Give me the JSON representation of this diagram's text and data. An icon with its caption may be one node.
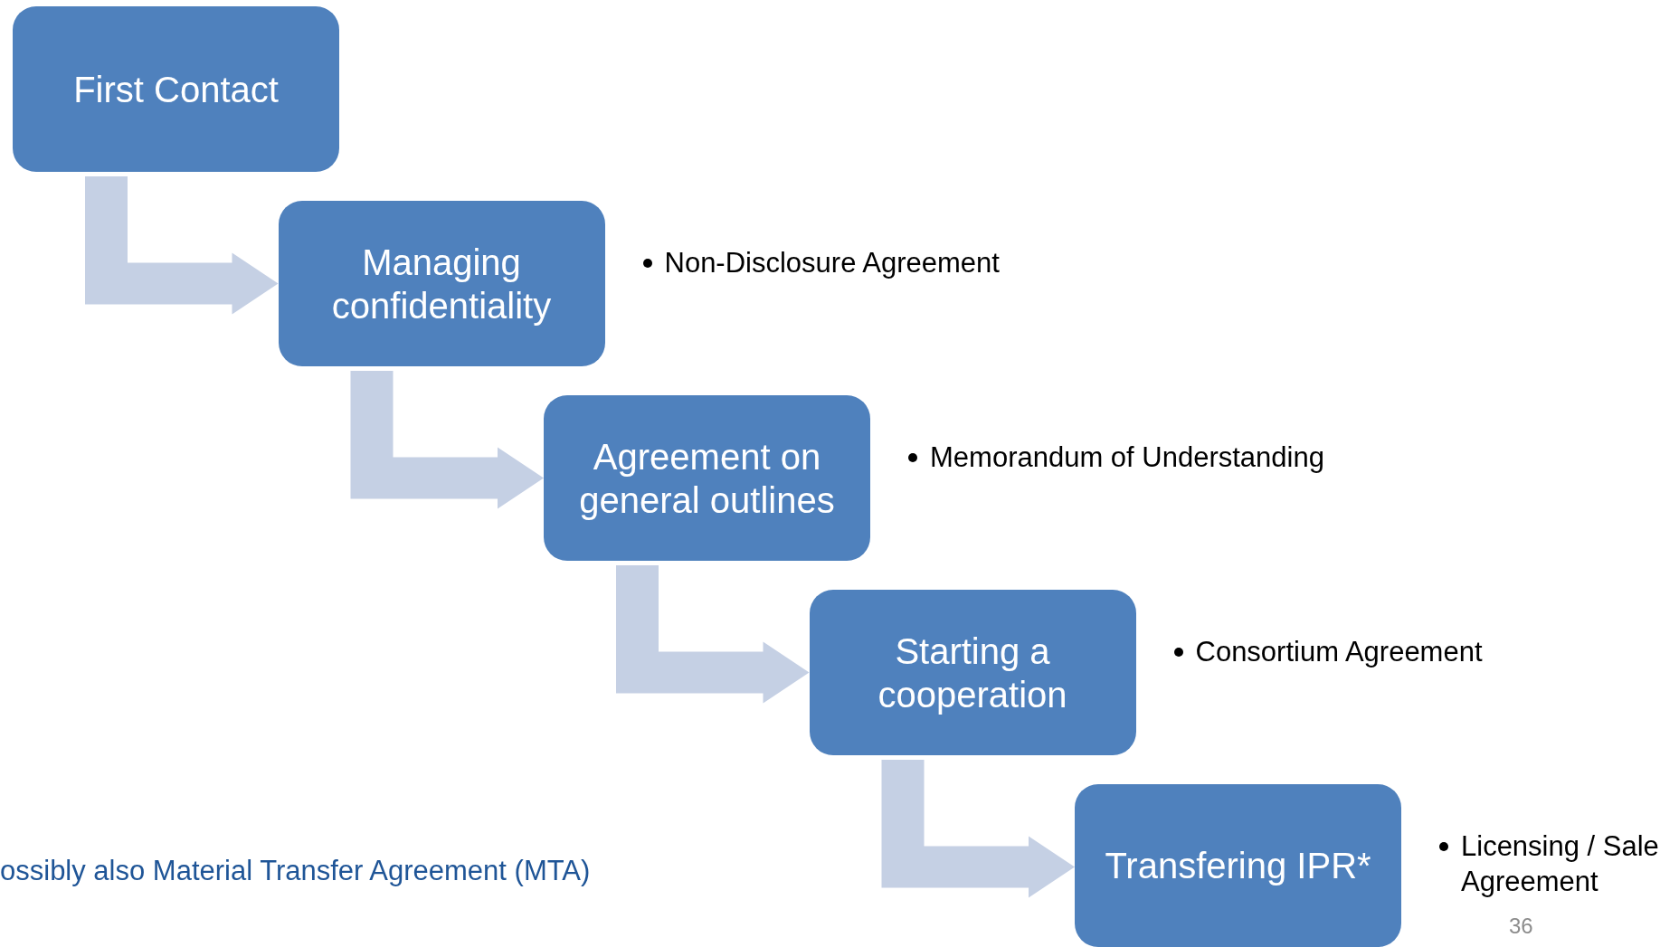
{
  "diagram": {
    "nodes": [
      {
        "text": [
          "First Contact"
        ]
      },
      {
        "text": [
          "Managing confidentiality"
        ],
        "beside": [
          "Non-Disclosure Agreement"
        ]
      },
      {
        "text": [
          "Agreement on general outlines"
        ],
        "beside": [
          "Memorandum of Understanding"
        ]
      },
      {
        "text": [
          "Starting a cooperation"
        ],
        "beside": [
          "Consortium Agreement"
        ]
      },
      {
        "text": [
          "Transfering IPR*"
        ],
        "beside": [
          "Licensing / Sale Agreement"
        ]
      }
    ],
    "edges": [
      {
        "from": 0,
        "to": 1,
        "arrow": "to"
      },
      {
        "from": 1,
        "to": 2,
        "arrow": "to"
      },
      {
        "from": 2,
        "to": 3,
        "arrow": "to"
      },
      {
        "from": 3,
        "to": 4,
        "arrow": "to"
      }
    ],
    "labels": [
      "ossibly also Material Transfer Agreement (MTA)",
      "36"
    ]
  }
}
